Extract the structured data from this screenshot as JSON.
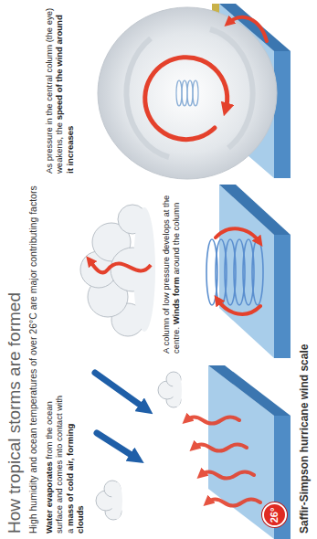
{
  "diagram": {
    "title": "How tropical storms are formed",
    "nodes": [
      {
        "text": [
          "26°"
        ]
      }
    ],
    "labels": [
      "High humidity and ocean temperatures of over 26°C are major contributing factors",
      "Water evaporates from the ocean surface and comes into contact with a mass of cold air, forming clouds",
      "A column of low pressure develops at the centre. Winds form around the column",
      "As pressure in the central column (the eye) weakens, the speed of the wind around it increases",
      "Saffir-Simpson hurricane wind scale"
    ]
  }
}
